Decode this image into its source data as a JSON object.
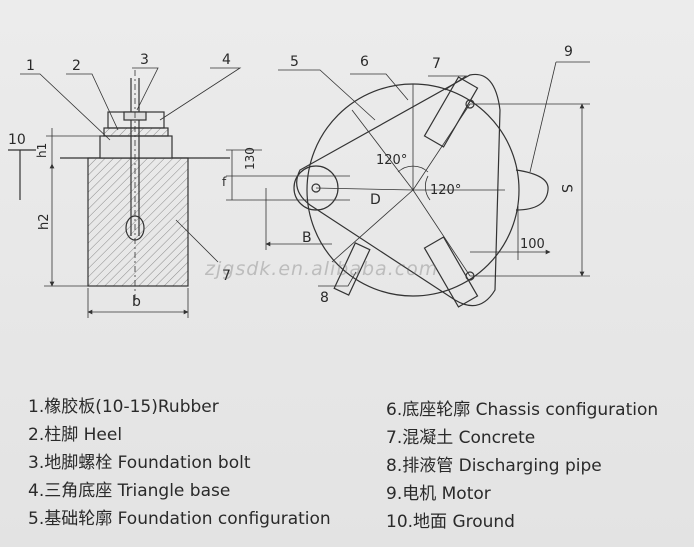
{
  "callouts": {
    "n1": "1",
    "n2": "2",
    "n3": "3",
    "n4": "4",
    "n5": "5",
    "n6": "6",
    "n7a": "7",
    "n7b": "7",
    "n8": "8",
    "n9": "9",
    "n10": "10"
  },
  "dimensions": {
    "h1": "h1",
    "h2": "h2",
    "b": "b",
    "f": "f",
    "d130": "130",
    "B": "B",
    "D": "D",
    "S": "S",
    "d100": "100",
    "angle1": "120°",
    "angle2": "120°"
  },
  "legend_left": [
    "1.橡胶板(10-15)Rubber",
    "2.柱脚 Heel",
    "3.地脚螺栓 Foundation bolt",
    "4.三角底座 Triangle base",
    "5.基础轮廓 Foundation configuration"
  ],
  "legend_right": [
    "6.底座轮廓 Chassis configuration",
    "7.混凝土 Concrete",
    "8.排液管 Discharging pipe",
    "9.电机 Motor",
    "10.地面 Ground"
  ],
  "watermark": "zjgsdk.en.alibaba.com"
}
